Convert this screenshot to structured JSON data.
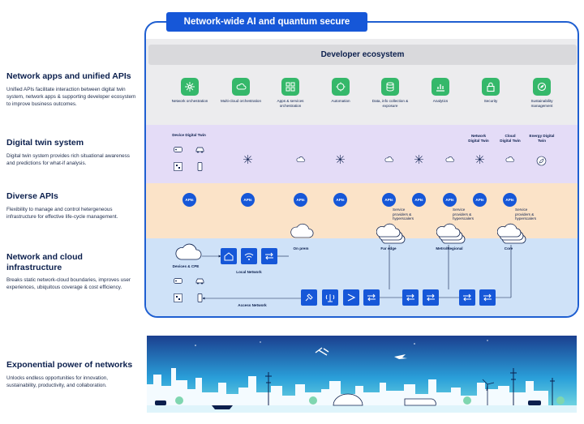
{
  "title": "Network-wide AI and quantum secure",
  "developer_ecosystem": "Developer ecosystem",
  "left_panel": [
    {
      "heading": "Network apps and unified APIs",
      "body": "Unified APIs facilitate interaction between digital twin system, network apps & supporting developer ecosystem to improve business outcomes."
    },
    {
      "heading": "Digital twin system",
      "body": "Digital twin system provides rich situational awareness and predictions for what-if analysis."
    },
    {
      "heading": "Diverse APIs",
      "body": "Flexibility to manage and control hetergeneous infrastructure for effective life-cycle management."
    },
    {
      "heading": "Network and cloud infrastructure",
      "body": "Breaks static network-cloud boundaries, improves user experiences, ubiquitous coverage & cost efficiency."
    },
    {
      "heading": "Exponential power of networks",
      "body": "Unlocks endless opportunities for innovation, sustainability, productivity, and collaboration."
    }
  ],
  "ecosystem_items": [
    {
      "label": "Network orchestration",
      "icon": "network-orchestration-icon"
    },
    {
      "label": "Multi-cloud orchestration",
      "icon": "cloud-icon"
    },
    {
      "label": "Apps & services orchestration",
      "icon": "apps-icon"
    },
    {
      "label": "Automation",
      "icon": "automation-icon"
    },
    {
      "label": "Data, info collection & exposure",
      "icon": "data-icon"
    },
    {
      "label": "Analytics",
      "icon": "analytics-icon"
    },
    {
      "label": "Security",
      "icon": "lock-icon"
    },
    {
      "label": "Sustainability management",
      "icon": "sustainability-icon"
    }
  ],
  "digital_twin_labels": {
    "device": "Device Digital Twin",
    "network": "Network Digital Twin",
    "cloud": "Cloud Digital Twin",
    "energy": "Energy Digital Twin"
  },
  "api_label": "APIs",
  "service_note": "Service providers & hyperscalers",
  "infrastructure_labels": {
    "devices": "Devices & CPE",
    "local": "Local Network",
    "on_prem": "On prem",
    "far_edge": "Far edge",
    "metro": "Metro/Regional",
    "core": "Core",
    "access": "Access Network"
  },
  "colors": {
    "accent_blue": "#1657d8",
    "frame_blue": "#1f5fd1",
    "eco_green": "#35b86a",
    "band_grey": "#ececee",
    "band_purple": "#e4dcf7",
    "band_orange": "#fbe3c8",
    "band_blue": "#cfe2f8"
  }
}
